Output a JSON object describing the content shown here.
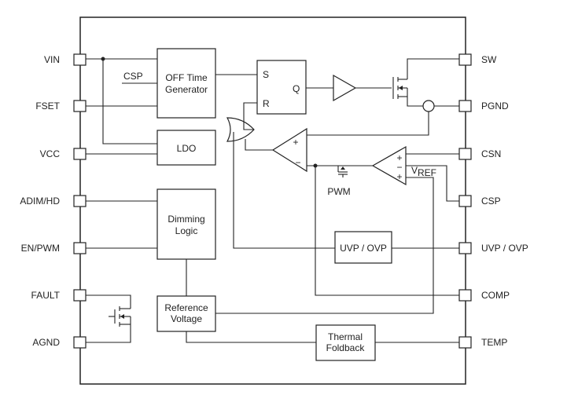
{
  "pins_left": [
    "VIN",
    "FSET",
    "VCC",
    "ADIM/HD",
    "EN/PWM",
    "FAULT",
    "AGND"
  ],
  "pins_right": [
    "SW",
    "PGND",
    "CSN",
    "CSP",
    "UVP / OVP",
    "COMP",
    "TEMP"
  ],
  "blocks": {
    "off_time_line1": "OFF Time",
    "off_time_line2": "Generator",
    "ldo": "LDO",
    "dimming_line1": "Dimming",
    "dimming_line2": "Logic",
    "reference_line1": "Reference",
    "reference_line2": "Voltage",
    "uvp_ovp": "UVP / OVP",
    "thermal_line1": "Thermal",
    "thermal_line2": "Foldback"
  },
  "latch": {
    "s": "S",
    "r": "R",
    "q": "Q"
  },
  "signals": {
    "csp_inner": "CSP",
    "pwm": "PWM",
    "vref_main": "V",
    "vref_sub": "REF",
    "plus": "+",
    "minus": "−"
  }
}
